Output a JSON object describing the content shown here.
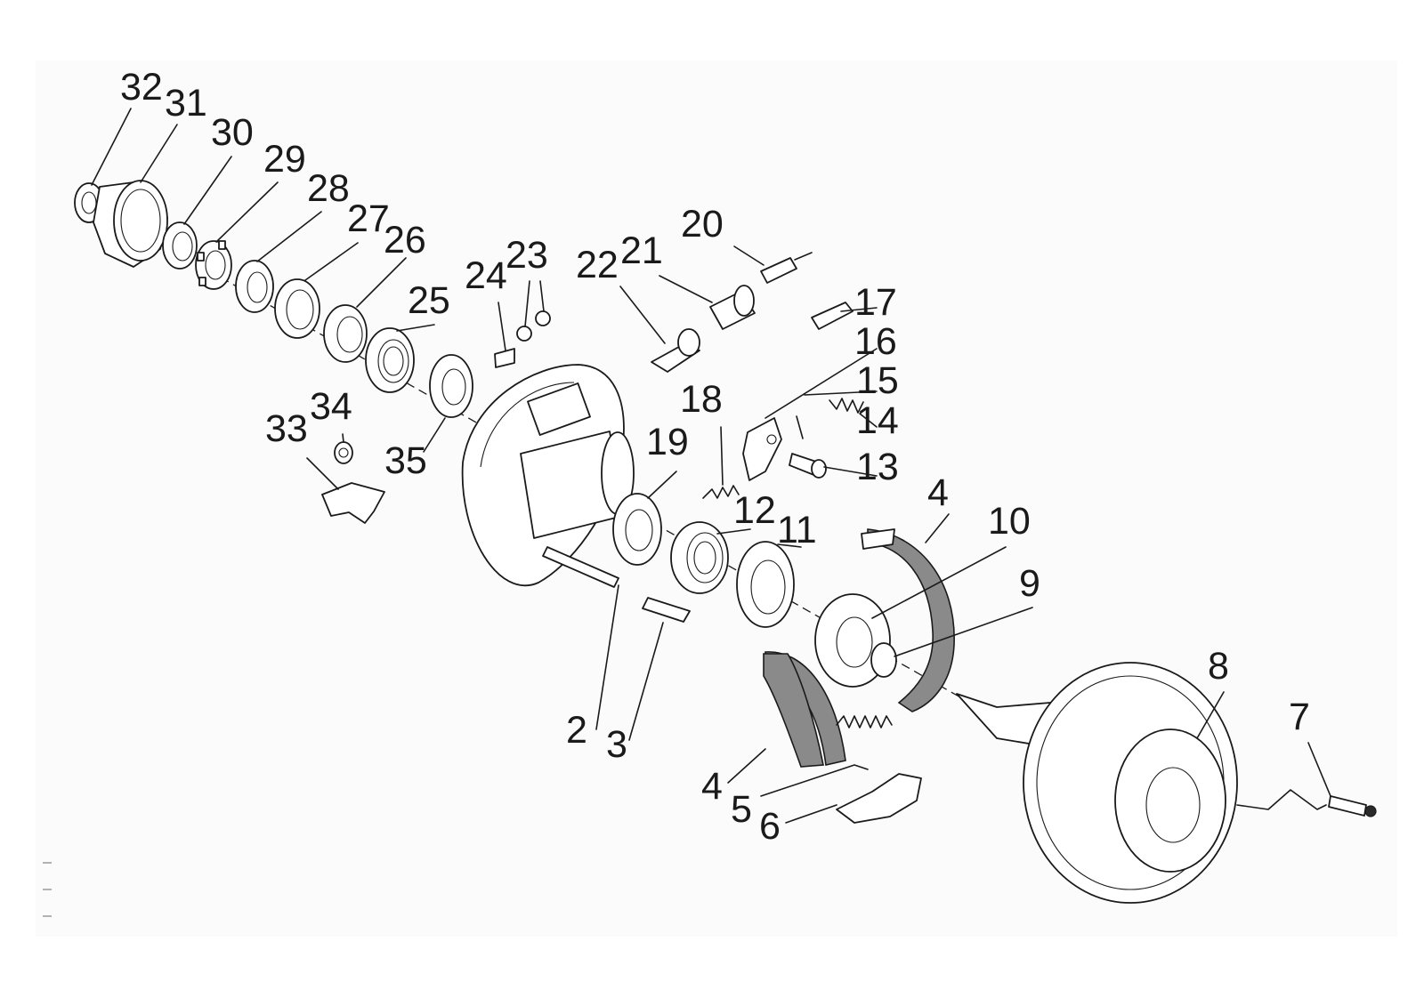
{
  "callouts": [
    {
      "id": "32",
      "text": "32"
    },
    {
      "id": "31",
      "text": "31"
    },
    {
      "id": "30",
      "text": "30"
    },
    {
      "id": "29",
      "text": "29"
    },
    {
      "id": "28",
      "text": "28"
    },
    {
      "id": "27",
      "text": "27"
    },
    {
      "id": "26",
      "text": "26"
    },
    {
      "id": "25",
      "text": "25"
    },
    {
      "id": "24",
      "text": "24"
    },
    {
      "id": "23",
      "text": "23"
    },
    {
      "id": "22",
      "text": "22"
    },
    {
      "id": "21",
      "text": "21"
    },
    {
      "id": "20",
      "text": "20"
    },
    {
      "id": "17",
      "text": "17"
    },
    {
      "id": "16",
      "text": "16"
    },
    {
      "id": "15",
      "text": "15"
    },
    {
      "id": "14",
      "text": "14"
    },
    {
      "id": "13",
      "text": "13"
    },
    {
      "id": "18",
      "text": "18"
    },
    {
      "id": "19",
      "text": "19"
    },
    {
      "id": "34",
      "text": "34"
    },
    {
      "id": "33",
      "text": "33"
    },
    {
      "id": "35",
      "text": "35"
    },
    {
      "id": "12",
      "text": "12"
    },
    {
      "id": "11",
      "text": "11"
    },
    {
      "id": "4a",
      "text": "4"
    },
    {
      "id": "10",
      "text": "10"
    },
    {
      "id": "9",
      "text": "9"
    },
    {
      "id": "8",
      "text": "8"
    },
    {
      "id": "7",
      "text": "7"
    },
    {
      "id": "2",
      "text": "2"
    },
    {
      "id": "3",
      "text": "3"
    },
    {
      "id": "4b",
      "text": "4"
    },
    {
      "id": "5",
      "text": "5"
    },
    {
      "id": "6",
      "text": "6"
    }
  ]
}
